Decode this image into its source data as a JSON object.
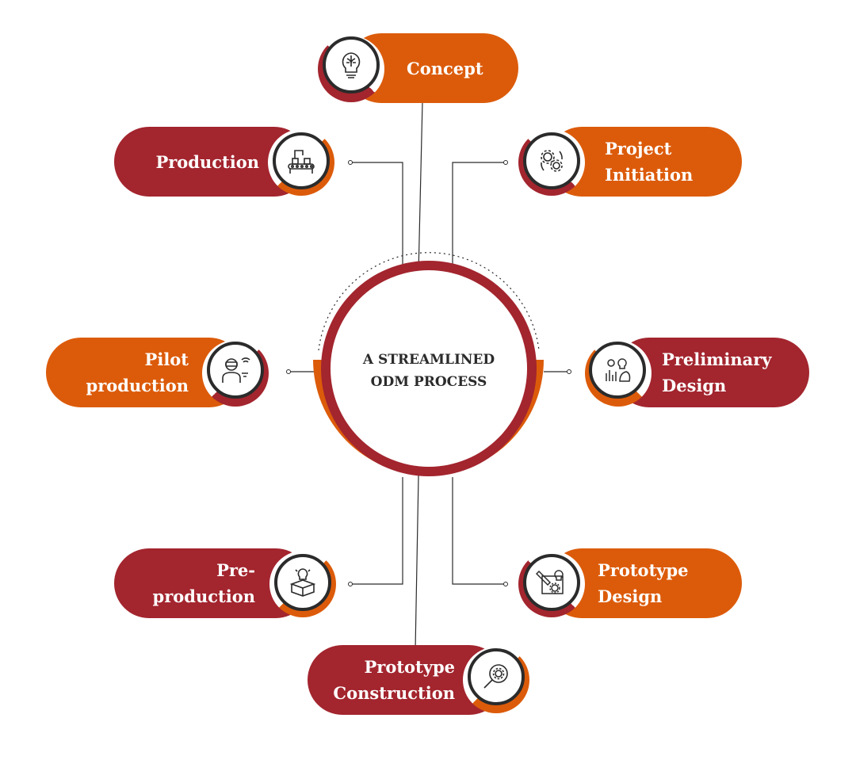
{
  "center": {
    "title_line1": "A STREAMLINED",
    "title_line2": "ODM PROCESS"
  },
  "colors": {
    "orange": "#dc5b0a",
    "red": "#a3252e",
    "dark": "#2b2b2b"
  },
  "steps": [
    {
      "id": "concept",
      "line1": "Concept",
      "line2": "",
      "icon": "brain-lightbulb-icon"
    },
    {
      "id": "project-initiation",
      "line1": "Project",
      "line2": "Initiation",
      "icon": "gears-cycle-icon"
    },
    {
      "id": "preliminary-design",
      "line1": "Preliminary",
      "line2": "Design",
      "icon": "design-ideas-icon"
    },
    {
      "id": "prototype-design",
      "line1": "Prototype",
      "line2": "Design",
      "icon": "blueprint-pencil-icon"
    },
    {
      "id": "prototype-construction",
      "line1": "Prototype",
      "line2": "Construction",
      "icon": "magnifier-gear-icon"
    },
    {
      "id": "pre-production",
      "line1": "Pre-",
      "line2": "production",
      "icon": "box-lightbulb-icon"
    },
    {
      "id": "pilot-production",
      "line1": "Pilot",
      "line2": "production",
      "icon": "worker-vr-icon"
    },
    {
      "id": "production",
      "line1": "Production",
      "line2": "",
      "icon": "conveyor-factory-icon"
    }
  ]
}
